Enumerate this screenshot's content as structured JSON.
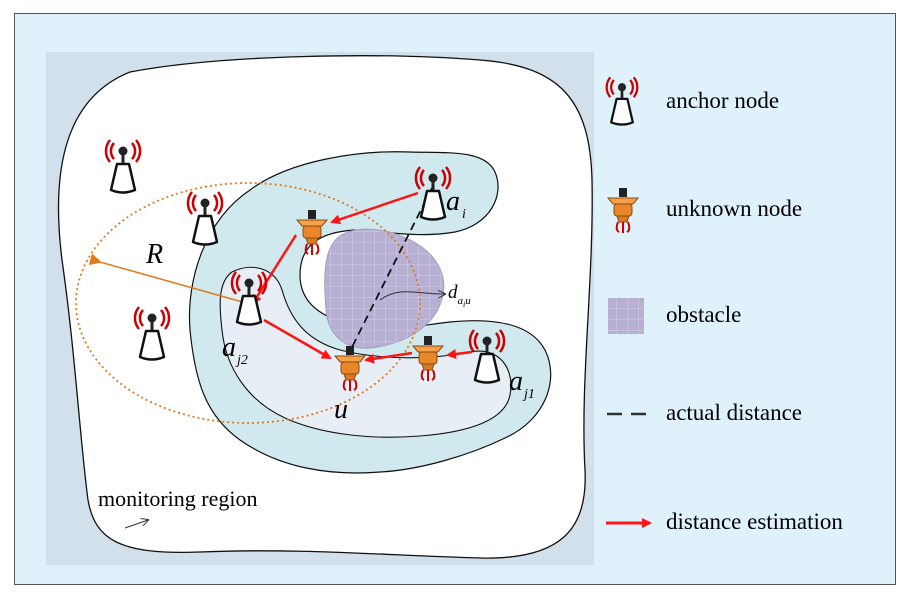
{
  "diagram": {
    "region_label": "monitoring region",
    "radius_label": "R",
    "node_labels": {
      "ai": {
        "base": "a",
        "sub": "i"
      },
      "aj1": {
        "base": "a",
        "sub": "j1"
      },
      "aj2": {
        "base": "a",
        "sub": "j2"
      },
      "u": "u"
    },
    "distance_label": {
      "base": "d",
      "sub": "a",
      "subsub": "i",
      "sub2": "u"
    }
  },
  "legend": {
    "anchor_node": "anchor node",
    "unknown_node": "unknown node",
    "obstacle": "obstacle",
    "actual_distance": "actual distance",
    "distance_estimation": "distance estimation"
  },
  "colors": {
    "background": "#dff1fb",
    "region": "#d2e0ec",
    "monitoring_area": "#ffffff",
    "comm_area": "#d0e9ee",
    "inner_area": "#e8eef6",
    "obstacle": "#b7b0d2",
    "arrow": "#ff1414",
    "radius": "#e07a1e",
    "anchor_signal": "#cc0000",
    "unknown_node": "#e8862a"
  },
  "icons": {
    "anchor": "anchor-node-icon",
    "unknown": "unknown-node-icon",
    "obstacle": "obstacle-grid-icon"
  }
}
